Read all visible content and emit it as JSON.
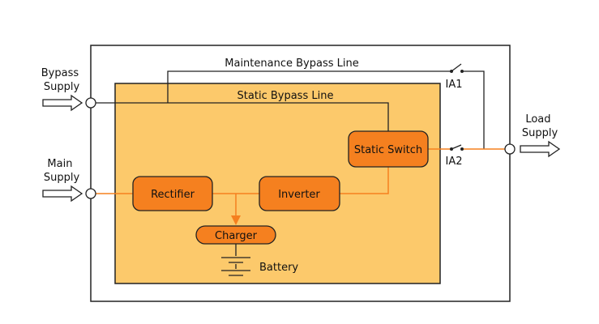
{
  "labels": {
    "bypass_supply": [
      "Bypass",
      "Supply"
    ],
    "main_supply": [
      "Main",
      "Supply"
    ],
    "load_supply": [
      "Load",
      "Supply"
    ],
    "maintenance_bypass": "Maintenance Bypass Line",
    "static_bypass": "Static Bypass Line",
    "ia1": "IA1",
    "ia2": "IA2",
    "battery": "Battery"
  },
  "blocks": {
    "rectifier": "Rectifier",
    "inverter": "Inverter",
    "static_switch": "Static Switch",
    "charger": "Charger"
  },
  "colors": {
    "outer_border": "#222222",
    "module_fill": "#fcc96b",
    "block_fill": "#f5801f",
    "power_line": "#f5801f",
    "signal_line": "#222222"
  }
}
